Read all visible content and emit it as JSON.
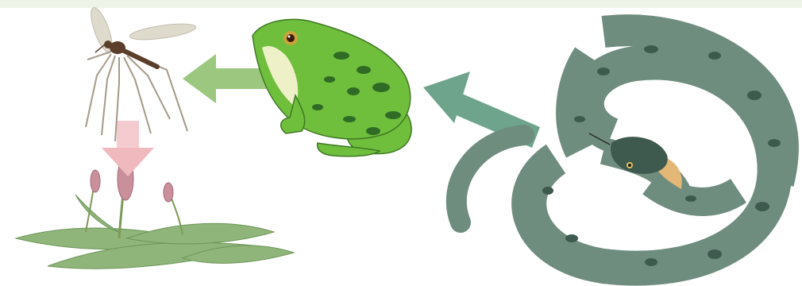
{
  "colors": {
    "background": "#ffffff",
    "top_band": "#eef3e7",
    "arrow_frog_to_mosquito": "#9cc77f",
    "arrow_snake_to_frog": "#6fa48c",
    "arrow_mosquito_to_plant": "#f0b9bd",
    "frog_body": "#6fbe3c",
    "frog_spots": "#2f6b24",
    "frog_belly": "#eef1c8",
    "snake_body": "#6f8d7f",
    "snake_spots": "#3e5a4e",
    "snake_collar": "#e3b877",
    "mosquito_body": "#5a3e2a",
    "mosquito_wing": "#d9d4c4",
    "plant_leaf": "#8fb57a",
    "plant_spike": "#c98f9b"
  },
  "organisms": [
    {
      "id": "mosquito",
      "icon": "mosquito-icon"
    },
    {
      "id": "frog",
      "icon": "frog-icon"
    },
    {
      "id": "snake",
      "icon": "snake-icon"
    },
    {
      "id": "plant",
      "icon": "plant-icon"
    }
  ],
  "arrows": [
    {
      "from": "frog",
      "to": "mosquito"
    },
    {
      "from": "snake",
      "to": "frog"
    },
    {
      "from": "mosquito",
      "to": "plant"
    }
  ]
}
